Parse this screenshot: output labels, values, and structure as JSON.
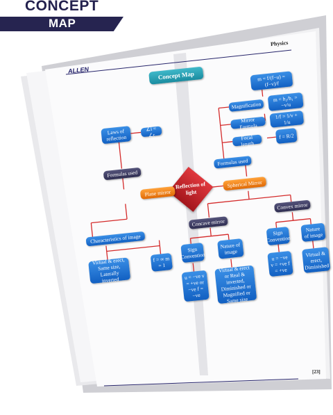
{
  "header": {
    "line1": "CONCEPT",
    "line2": "MAP"
  },
  "page": {
    "brand": "ALLEN",
    "subject": "Physics",
    "page_number": "[23]"
  },
  "map": {
    "title": "Concept Map",
    "center": "Reflection of light",
    "left": {
      "plane_mirror": "Plane mirror",
      "formulas_used": "Formulas used",
      "laws": "Laws of reflection",
      "law_formula": "∠i = ∠r",
      "characteristics": "Characteristics of image",
      "virtual": "Virtual & erect, Same size, Laterally inverted",
      "f_m": "f = ∞  m = 1"
    },
    "right": {
      "spherical_mirror": "Spherical Mirror",
      "formulas_used": "Formulas used",
      "magnification": "Magnification",
      "mag_formula_1": "m = f/(f−u) = (f−v)/f",
      "mag_formula_2": "m = h₂/h₁ = −v/u",
      "mirror_formula": "Mirror Formula",
      "mirror_eq": "1/f = 1/v + 1/u",
      "focal_length": "Focal length",
      "focal_eq": "f = R/2",
      "concave": "Concave mirror",
      "convex": "Convex mirror",
      "sign_convention": "Sign Convention",
      "nature_image": "Nature of image",
      "concave_signs": "u = −ve v = +ve or −ve f = −ve",
      "concave_nature": "Virtual & erect or Real & inverted, Diminished or Magnified or Same size",
      "convex_signs": "u = −ve v = +ve f = +ve",
      "convex_nature": "Virtual & erect, Diminished"
    }
  }
}
